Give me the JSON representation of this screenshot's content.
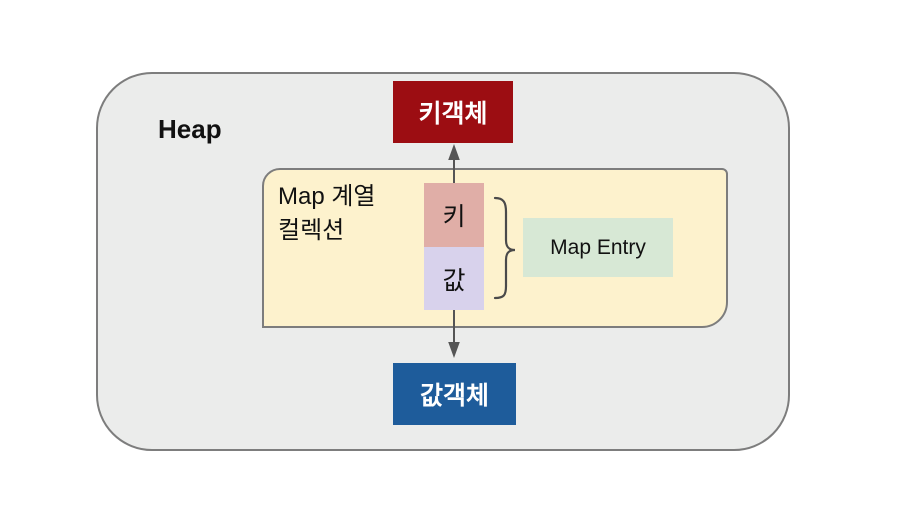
{
  "diagram": {
    "heap": {
      "label": "Heap",
      "fill": "#ebeceb",
      "border_color": "#7d7d7d"
    },
    "key_object_box": {
      "label": "키객체",
      "fill": "#9c0d12",
      "text_color": "#ffffff"
    },
    "value_object_box": {
      "label": "값객체",
      "fill": "#1e5c9b",
      "text_color": "#ffffff"
    },
    "map_collection_box": {
      "label": "Map 계열\n컬렉션",
      "fill": "#fdf2cd",
      "border_color": "#7d7d7d"
    },
    "key_cell": {
      "label": "키",
      "fill": "#e0aea7"
    },
    "value_cell": {
      "label": "값",
      "fill": "#d8d2ec"
    },
    "map_entry_box": {
      "label": "Map Entry",
      "fill": "#d7e8d5"
    },
    "connectors": {
      "arrow_color": "#555555",
      "brace_color": "#4a4a4a",
      "arrow_key_to_key_object": "키 → 키객체",
      "arrow_value_to_value_object": "값 → 값객체"
    }
  }
}
